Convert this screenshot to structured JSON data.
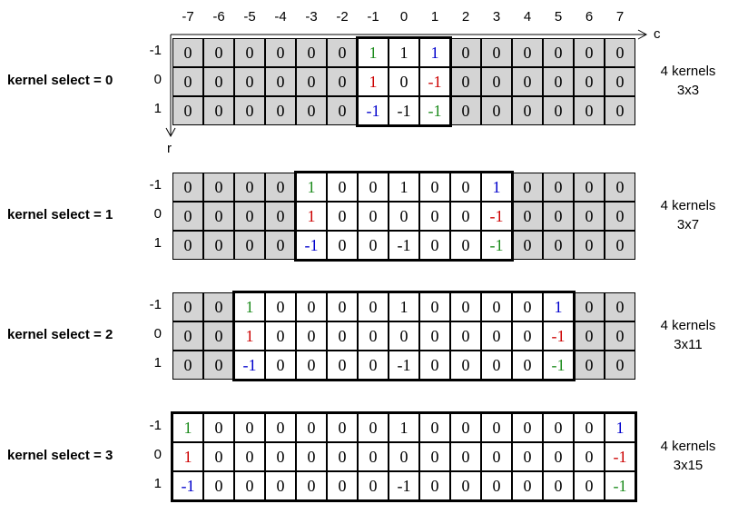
{
  "colors": {
    "plus_one": "#1a8a1a",
    "minus_one_left": "#cc0000",
    "top_right": "#0000cc",
    "cell_fill": "#d4d4d4",
    "kernel_fill": "#ffffff"
  },
  "axes": {
    "c_label": "c",
    "r_label": "r",
    "columns": [
      "-7",
      "-6",
      "-5",
      "-4",
      "-3",
      "-2",
      "-1",
      "0",
      "1",
      "2",
      "3",
      "4",
      "5",
      "6",
      "7"
    ],
    "row_labels": [
      "-1",
      "0",
      "1"
    ]
  },
  "panels": [
    {
      "select_label": "kernel select = 0",
      "desc_line1": "4 kernels",
      "desc_line2": "3x3",
      "kernel_cols": [
        6,
        8
      ],
      "grid": [
        [
          "0",
          "0",
          "0",
          "0",
          "0",
          "0",
          "1",
          "1",
          "1",
          "0",
          "0",
          "0",
          "0",
          "0",
          "0"
        ],
        [
          "0",
          "0",
          "0",
          "0",
          "0",
          "0",
          "1",
          "0",
          "-1",
          "0",
          "0",
          "0",
          "0",
          "0",
          "0"
        ],
        [
          "0",
          "0",
          "0",
          "0",
          "0",
          "0",
          "-1",
          "-1",
          "-1",
          "0",
          "0",
          "0",
          "0",
          "0",
          "0"
        ]
      ]
    },
    {
      "select_label": "kernel select = 1",
      "desc_line1": "4 kernels",
      "desc_line2": "3x7",
      "kernel_cols": [
        4,
        10
      ],
      "grid": [
        [
          "0",
          "0",
          "0",
          "0",
          "1",
          "0",
          "0",
          "1",
          "0",
          "0",
          "1",
          "0",
          "0",
          "0",
          "0"
        ],
        [
          "0",
          "0",
          "0",
          "0",
          "1",
          "0",
          "0",
          "0",
          "0",
          "0",
          "-1",
          "0",
          "0",
          "0",
          "0"
        ],
        [
          "0",
          "0",
          "0",
          "0",
          "-1",
          "0",
          "0",
          "-1",
          "0",
          "0",
          "-1",
          "0",
          "0",
          "0",
          "0"
        ]
      ]
    },
    {
      "select_label": "kernel select = 2",
      "desc_line1": "4 kernels",
      "desc_line2": "3x11",
      "kernel_cols": [
        2,
        12
      ],
      "grid": [
        [
          "0",
          "0",
          "1",
          "0",
          "0",
          "0",
          "0",
          "1",
          "0",
          "0",
          "0",
          "0",
          "1",
          "0",
          "0"
        ],
        [
          "0",
          "0",
          "1",
          "0",
          "0",
          "0",
          "0",
          "0",
          "0",
          "0",
          "0",
          "0",
          "-1",
          "0",
          "0"
        ],
        [
          "0",
          "0",
          "-1",
          "0",
          "0",
          "0",
          "0",
          "-1",
          "0",
          "0",
          "0",
          "0",
          "-1",
          "0",
          "0"
        ]
      ]
    },
    {
      "select_label": "kernel select = 3",
      "desc_line1": "4 kernels",
      "desc_line2": "3x15",
      "kernel_cols": [
        0,
        14
      ],
      "grid": [
        [
          "1",
          "0",
          "0",
          "0",
          "0",
          "0",
          "0",
          "1",
          "0",
          "0",
          "0",
          "0",
          "0",
          "0",
          "1"
        ],
        [
          "1",
          "0",
          "0",
          "0",
          "0",
          "0",
          "0",
          "0",
          "0",
          "0",
          "0",
          "0",
          "0",
          "0",
          "-1"
        ],
        [
          "-1",
          "0",
          "0",
          "0",
          "0",
          "0",
          "0",
          "-1",
          "0",
          "0",
          "0",
          "0",
          "0",
          "0",
          "-1"
        ]
      ]
    }
  ]
}
